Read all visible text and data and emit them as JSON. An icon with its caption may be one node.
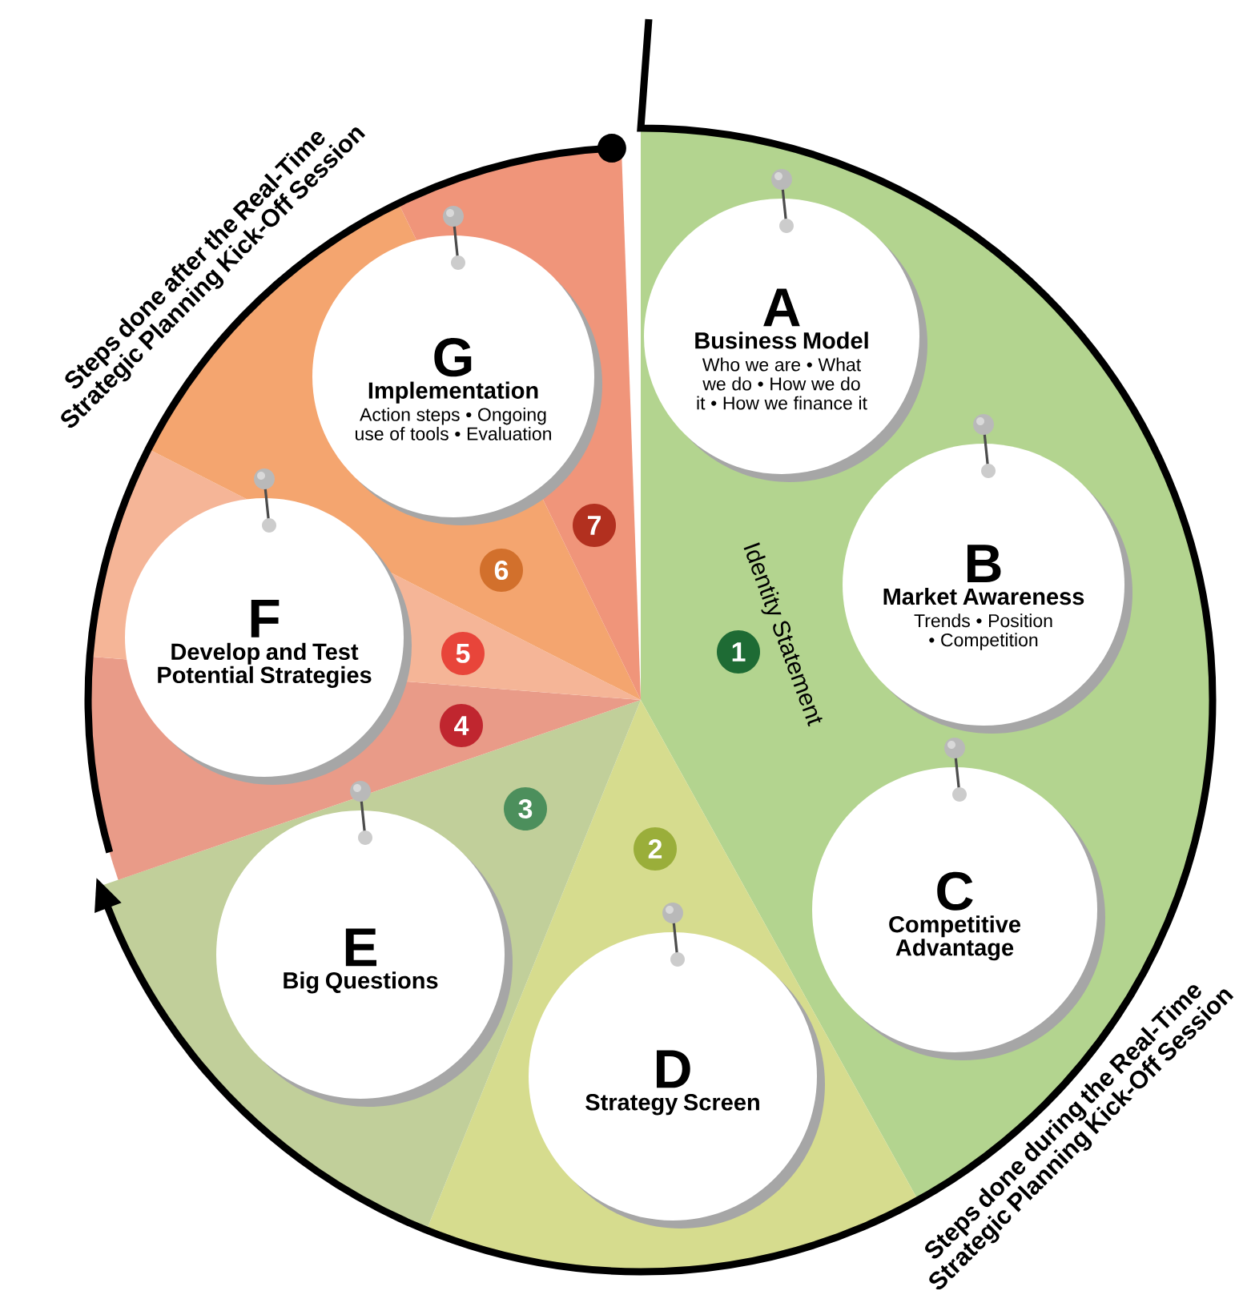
{
  "diagram": {
    "nodes": [
      {
        "text": [
          "A",
          "Business Model",
          "Who we are • What we do • How we do it • How we finance it"
        ]
      },
      {
        "text": [
          "B",
          "Market Awareness",
          "Trends • Position • Competition"
        ]
      },
      {
        "text": [
          "C",
          "Competitive Advantage"
        ]
      },
      {
        "text": [
          "D",
          "Strategy Screen"
        ]
      },
      {
        "text": [
          "E",
          "Big Questions"
        ]
      },
      {
        "text": [
          "F",
          "Develop and Test Potential Strategies"
        ]
      },
      {
        "text": [
          "G",
          "Implementation",
          "Action steps • Ongoing use of tools • Evaluation"
        ]
      },
      {
        "text": [
          "1"
        ]
      },
      {
        "text": [
          "2"
        ]
      },
      {
        "text": [
          "3"
        ]
      },
      {
        "text": [
          "4"
        ]
      },
      {
        "text": [
          "5"
        ]
      },
      {
        "text": [
          "6"
        ]
      },
      {
        "text": [
          "7"
        ]
      }
    ],
    "labels": [
      "Steps done after the Real-Time Strategic Planning Kick-Off Session",
      "Identity Statement",
      "Steps done during the Real-Time Strategic Planning Kick-Off Session"
    ]
  }
}
